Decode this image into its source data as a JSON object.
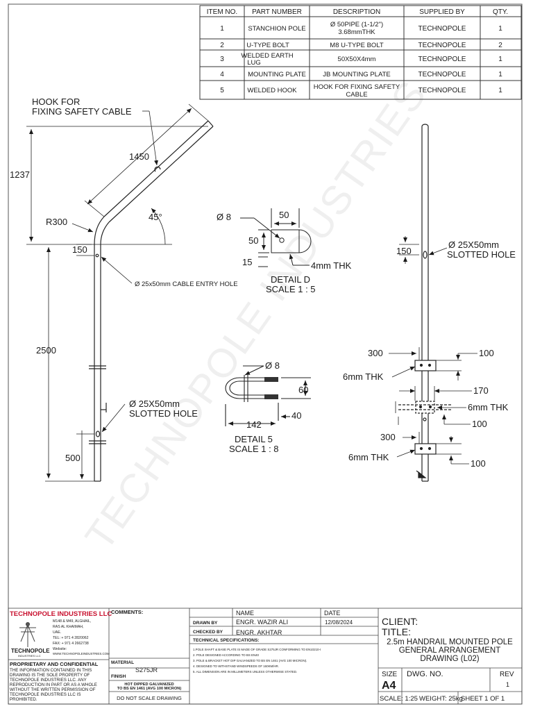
{
  "bom": {
    "headers": [
      "ITEM NO.",
      "PART NUMBER",
      "DESCRIPTION",
      "SUPPLIED BY",
      "QTY."
    ],
    "rows": [
      {
        "item": "1",
        "part": "STANCHION POLE",
        "desc1": "Ø 50PIPE (1-1/2\")",
        "desc2": "3.68mmTHK",
        "supplier": "TECHNOPOLE",
        "qty": "1"
      },
      {
        "item": "2",
        "part": "U-TYPE BOLT",
        "desc1": "M8 U-TYPE BOLT",
        "desc2": "",
        "supplier": "TECHNOPOLE",
        "qty": "2"
      },
      {
        "item": "3",
        "part": "WELDED EARTH",
        "part2": "LUG",
        "desc1": "50X50X4mm",
        "desc2": "",
        "supplier": "TECHNOPOLE",
        "qty": "1"
      },
      {
        "item": "4",
        "part": "MOUNTING PLATE",
        "desc1": "JB MOUNTING PLATE",
        "desc2": "",
        "supplier": "TECHNOPOLE",
        "qty": "1"
      },
      {
        "item": "5",
        "part": "WELDED HOOK",
        "desc1": "HOOK FOR FIXING SAFETY",
        "desc2": "CABLE",
        "supplier": "TECHNOPOLE",
        "qty": "1"
      }
    ]
  },
  "watermark": "TECHNOPOLE INDUSTRIES",
  "side_view": {
    "hook_label_1": "HOOK FOR",
    "hook_label_2": "FIXING SAFETY CABLE",
    "dim_1450": "1450",
    "dim_1237": "1237",
    "dim_r300": "R300",
    "dim_45": "45°",
    "dim_150": "150",
    "cable_hole": "Ø 25x50mm CABLE ENTRY HOLE",
    "dim_2500": "2500",
    "slot_1": "Ø 25X50mm",
    "slot_2": "SLOTTED HOLE",
    "dim_500": "500"
  },
  "detail_d": {
    "phi8": "Ø 8",
    "dim_50_top": "50",
    "dim_50_side": "50",
    "dim_15": "15",
    "thk": "4mm THK",
    "title": "DETAIL D",
    "scale": "SCALE 1 : 5"
  },
  "detail_5": {
    "phi8": "Ø 8",
    "dim_60": "60",
    "dim_40": "40",
    "dim_142": "142",
    "title": "DETAIL 5",
    "scale": "SCALE 1 : 8"
  },
  "front_view": {
    "dim_150": "150",
    "slot_1": "Ø 25X50mm",
    "slot_2": "SLOTTED HOLE",
    "dim_300a": "300",
    "dim_100a": "100",
    "thk_a": "6mm THK",
    "dim_170": "170",
    "thk_b": "6mm THK",
    "dim_100b": "100",
    "dim_300b": "300",
    "thk_c": "6mm THK",
    "dim_100c": "100"
  },
  "title_block": {
    "company": "TECHNOPOLE INDUSTRIES LLC",
    "address": [
      "M148 & M49, ALGHAIL,",
      "RAS AL KHAIMAH,",
      "UAE.",
      "TEL: + 971 4 2820062",
      "FAX: + 971 4 2662738",
      "Website:",
      "WWW.TECHNOPOLEINDUSTRIES.COM"
    ],
    "logo_text": "TECHNOPOLE",
    "logo_sub": "INDUSTRIES LLC",
    "proprietary_title": "PROPRIETARY AND CONFIDENTIAL",
    "proprietary_text": [
      "THE INFORMATION CONTAINED IN THIS",
      "DRAWING IS THE SOLE PROPERTY OF",
      "TECHNOPOLE INDUSTRIES LLC. ANY",
      "REPRODUCTION IN PART OR AS A WHOLE",
      "WITHOUT THE WRITTEN PERMISSION OF",
      "TECHNOPOLE INDUSTRIES LLC IS",
      "PROHIBITED."
    ],
    "comments_label": "COMMENTS:",
    "material_label": "MATERIAL",
    "material_value": "S275JR",
    "finish_label": "FINISH",
    "finish_value_1": "HOT DIPPED GALVANIZED",
    "finish_value_2": "TO BS EN 1461 (AVG 100 MICRON)",
    "do_not_scale": "DO NOT SCALE DRAWING",
    "name_header": "NAME",
    "date_header": "DATE",
    "drawn_by_label": "DRAWN BY",
    "drawn_by_name": "ENGR. WAZIR ALI",
    "drawn_by_date": "12/08/2024",
    "checked_by_label": "CHECKED BY",
    "checked_by_name": "ENGR. AKHTAR",
    "tech_spec_title": "TECHNICAL SPECIFICATIONS:",
    "tech_specs": [
      "1.POLE SHAFT & BASE PLATE IS MADE OF GRADE S275JR CONFORMING TO EN10210-I",
      "2. POLE DESIGNED ACCORDING TO BS EN40",
      "3. POLE & BRACKET HOT DIP GALVANIZED TO BS EN 1461 (AVG 100 MICRON).",
      "4. DESIGNED TO WITHSTAND WINDSPEEDS OF 160KM/HR.",
      "5. ALL DIMENSION ARE IN MILLIMETERS UNLESS OTHERWISE STATED."
    ],
    "client_label": "CLIENT:",
    "title_label": "TITLE:",
    "title_line_1": "2.5m HANDRAIL MOUNTED POLE",
    "title_line_2": "GENERAL ARRANGEMENT",
    "title_line_3": "DRAWING (L02)",
    "size_label": "SIZE",
    "size_value": "A4",
    "dwg_no_label": "DWG. NO.",
    "rev_label": "REV",
    "rev_value": "1",
    "scale_text": "SCALE: 1:25",
    "weight_text": "WEIGHT: 25kg",
    "sheet_text": "SHEET 1 OF 1"
  }
}
